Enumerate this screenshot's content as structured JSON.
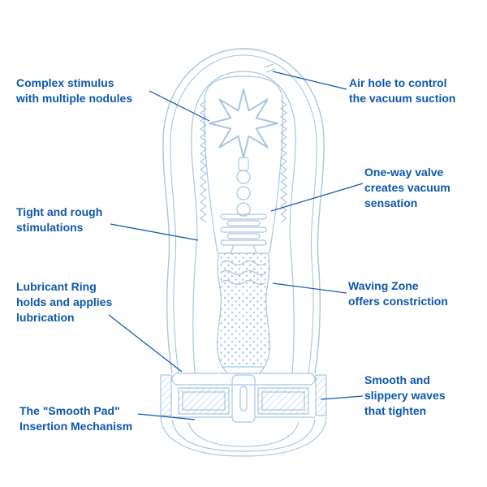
{
  "colors": {
    "background": "#ffffff",
    "label_text": "#0d57ad",
    "leader_line": "#0d57ad",
    "diagram_line": "#a7c5e2"
  },
  "labels": [
    {
      "id": "complex-stimulus",
      "text": "Complex stimulus\nwith multiple nodules"
    },
    {
      "id": "air-hole",
      "text": "Air hole to control\nthe vacuum suction"
    },
    {
      "id": "one-way-valve",
      "text": "One-way valve\ncreates vacuum\nsensation"
    },
    {
      "id": "tight-rough",
      "text": "Tight and rough\nstimulations"
    },
    {
      "id": "lubricant-ring",
      "text": "Lubricant Ring\nholds and applies\nlubrication"
    },
    {
      "id": "waving-zone",
      "text": "Waving Zone\noffers constriction"
    },
    {
      "id": "smooth-pad",
      "text": "The \"Smooth Pad\"\nInsertion Mechanism"
    },
    {
      "id": "smooth-waves",
      "text": "Smooth and\nslippery waves\nthat tighten"
    }
  ]
}
